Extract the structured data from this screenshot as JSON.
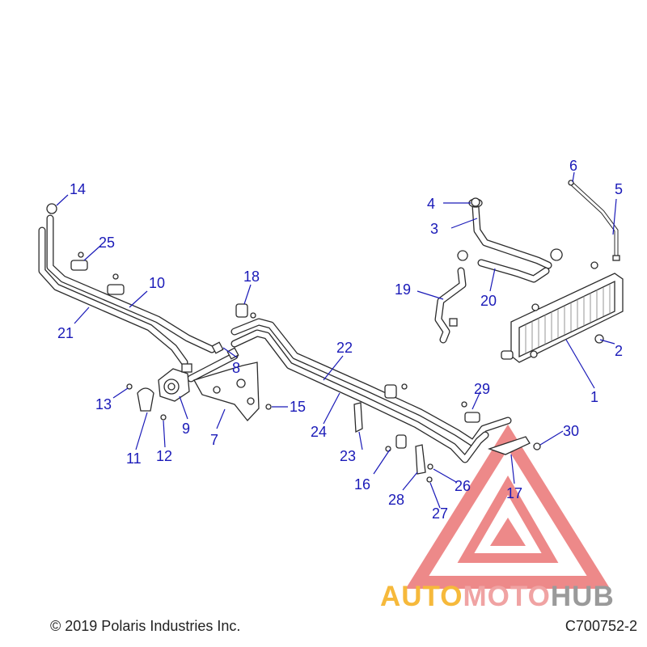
{
  "diagram": {
    "callouts": [
      {
        "id": "1",
        "label": "1"
      },
      {
        "id": "2",
        "label": "2"
      },
      {
        "id": "3",
        "label": "3"
      },
      {
        "id": "4",
        "label": "4"
      },
      {
        "id": "5",
        "label": "5"
      },
      {
        "id": "6",
        "label": "6"
      },
      {
        "id": "7",
        "label": "7"
      },
      {
        "id": "8",
        "label": "8"
      },
      {
        "id": "9",
        "label": "9"
      },
      {
        "id": "10",
        "label": "10"
      },
      {
        "id": "11",
        "label": "11"
      },
      {
        "id": "12",
        "label": "12"
      },
      {
        "id": "13",
        "label": "13"
      },
      {
        "id": "14",
        "label": "14"
      },
      {
        "id": "15",
        "label": "15"
      },
      {
        "id": "16",
        "label": "16"
      },
      {
        "id": "17",
        "label": "17"
      },
      {
        "id": "18",
        "label": "18"
      },
      {
        "id": "19",
        "label": "19"
      },
      {
        "id": "20",
        "label": "20"
      },
      {
        "id": "21",
        "label": "21"
      },
      {
        "id": "22",
        "label": "22"
      },
      {
        "id": "23",
        "label": "23"
      },
      {
        "id": "24",
        "label": "24"
      },
      {
        "id": "25",
        "label": "25"
      },
      {
        "id": "26",
        "label": "26"
      },
      {
        "id": "27",
        "label": "27"
      },
      {
        "id": "28",
        "label": "28"
      },
      {
        "id": "29",
        "label": "29"
      },
      {
        "id": "30",
        "label": "30"
      }
    ],
    "callout_color": "#1a1ab8",
    "line_color": "#2b2b2b"
  },
  "footer": {
    "copyright": "© 2019 Polaris Industries Inc.",
    "figure_id": "C700752-2"
  },
  "watermark": {
    "part1": "AUTO",
    "part2": "MOTO",
    "part3": "HUB",
    "colors": {
      "auto": "#f6b93b",
      "moto": "#f0a3a3",
      "hub": "#9a9a9a",
      "triangle": "#e23b3b"
    }
  }
}
